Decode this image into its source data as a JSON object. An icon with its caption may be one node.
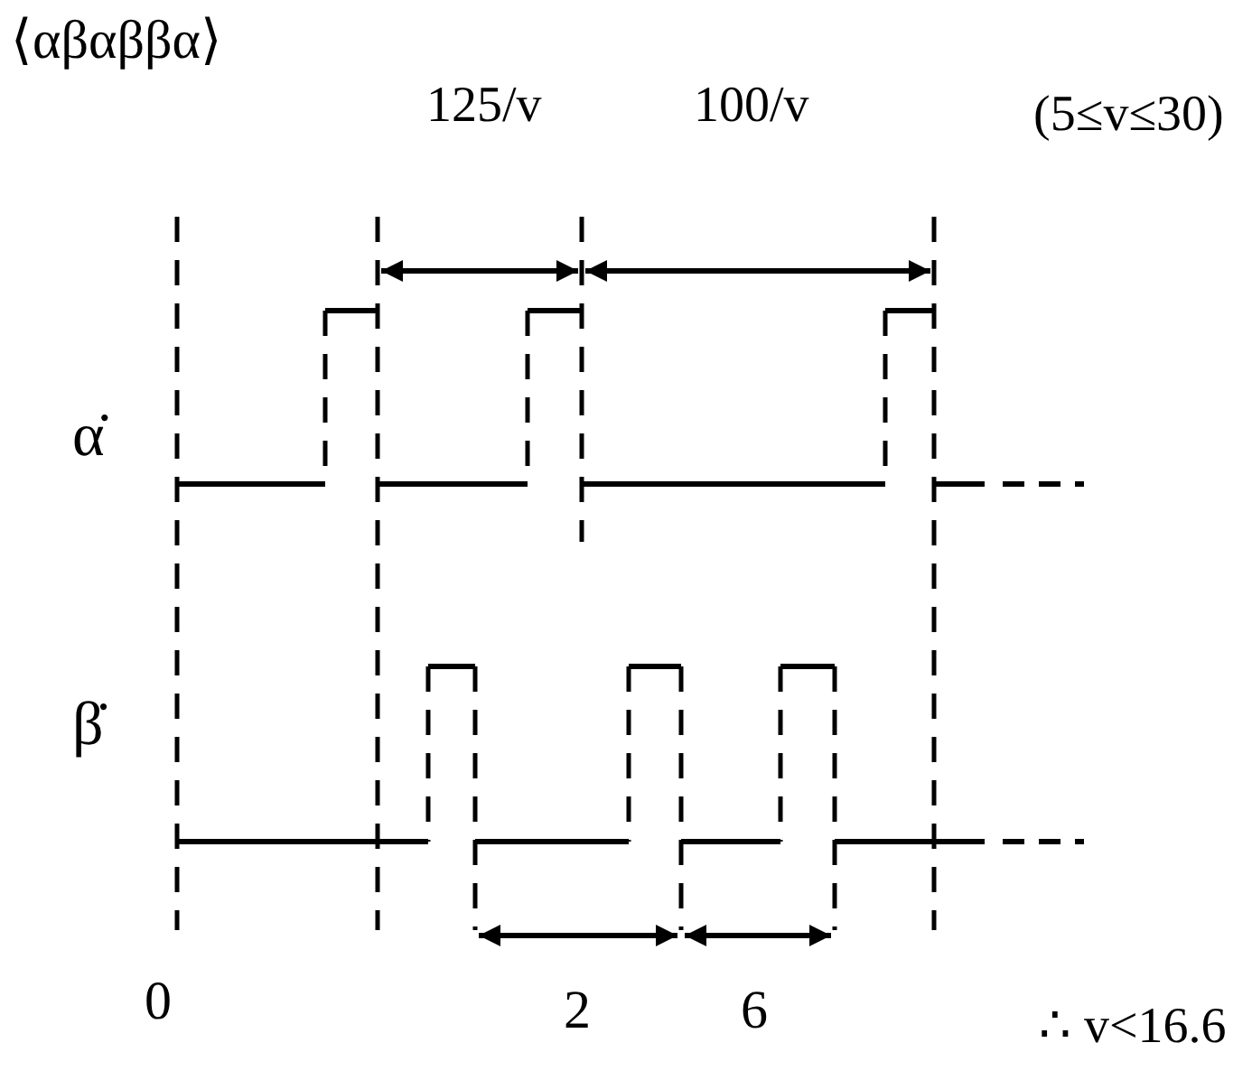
{
  "diagram": {
    "labels": [
      "⟨αβαββα⟩",
      "125/v",
      "100/v",
      "(5≤v≤30)",
      "α̇",
      "β̇",
      "0",
      "2",
      "6",
      "∴ v<16.6"
    ]
  }
}
